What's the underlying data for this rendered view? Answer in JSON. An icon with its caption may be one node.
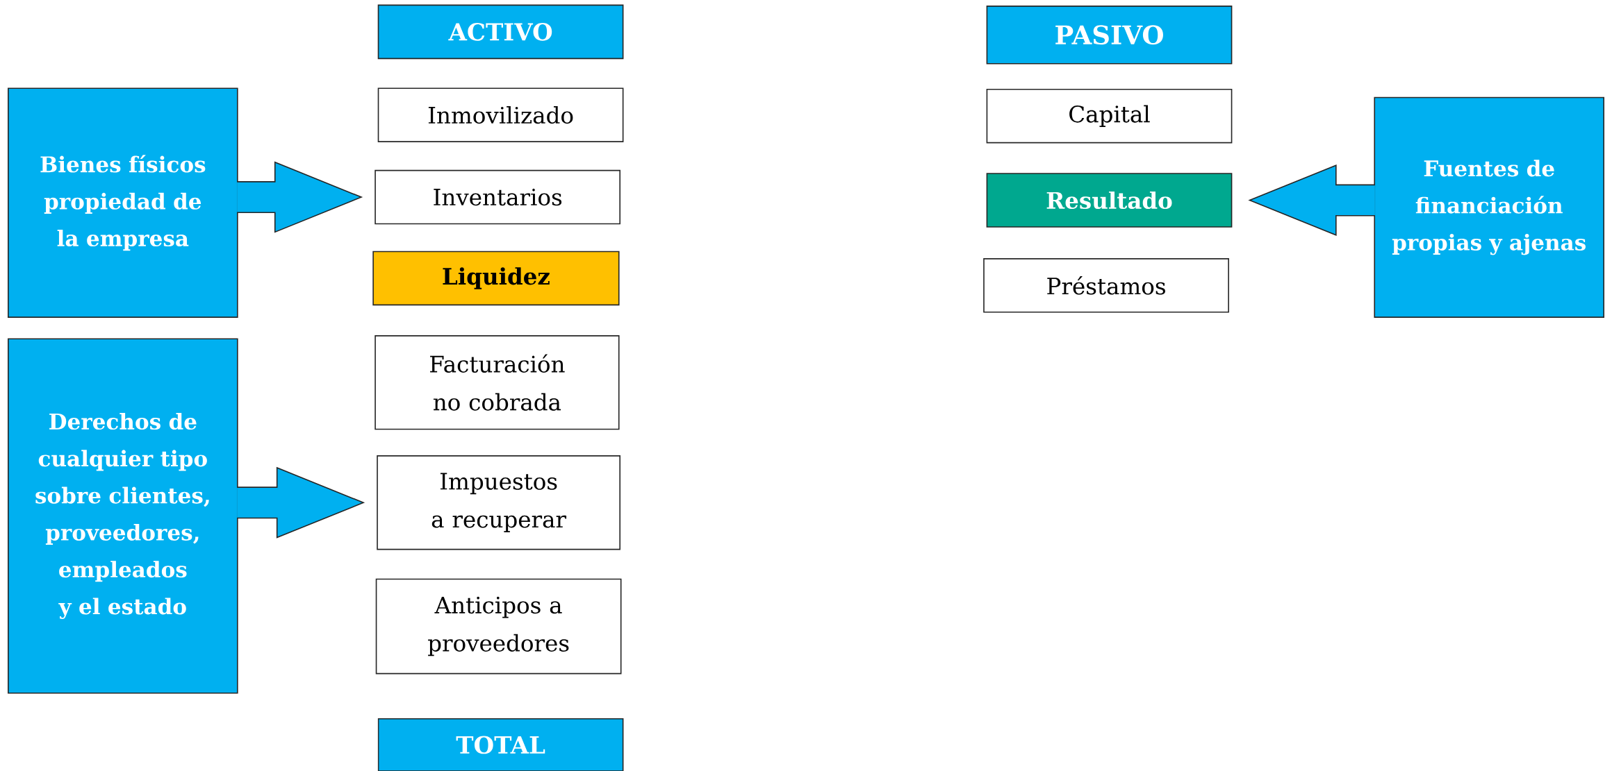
{
  "diagram": {
    "nodes": [
      {
        "text": [
          "ACTIVO"
        ]
      },
      {
        "text": [
          "Inmovilizado"
        ]
      },
      {
        "text": [
          "Inventarios"
        ]
      },
      {
        "text": [
          "Liquidez"
        ]
      },
      {
        "text": [
          "Facturación no cobrada"
        ]
      },
      {
        "text": [
          "Impuestos a recuperar"
        ]
      },
      {
        "text": [
          "Anticipos a proveedores"
        ]
      },
      {
        "text": [
          "TOTAL"
        ]
      },
      {
        "text": [
          "PASIVO"
        ]
      },
      {
        "text": [
          "Capital"
        ]
      },
      {
        "text": [
          "Resultado"
        ]
      },
      {
        "text": [
          "Préstamos"
        ]
      },
      {
        "text": [
          "Bienes físicos propiedad de la empresa"
        ]
      },
      {
        "text": [
          "Derechos de cualquier tipo sobre clientes, proveedores, empleados y el estado"
        ]
      },
      {
        "text": [
          "Fuentes de financiación propias y ajenas"
        ]
      }
    ],
    "edges": [
      {
        "from": 12,
        "to": 2,
        "arrow": "to"
      },
      {
        "from": 13,
        "to": 5,
        "arrow": "to"
      },
      {
        "from": 14,
        "to": 10,
        "arrow": "to"
      }
    ]
  }
}
